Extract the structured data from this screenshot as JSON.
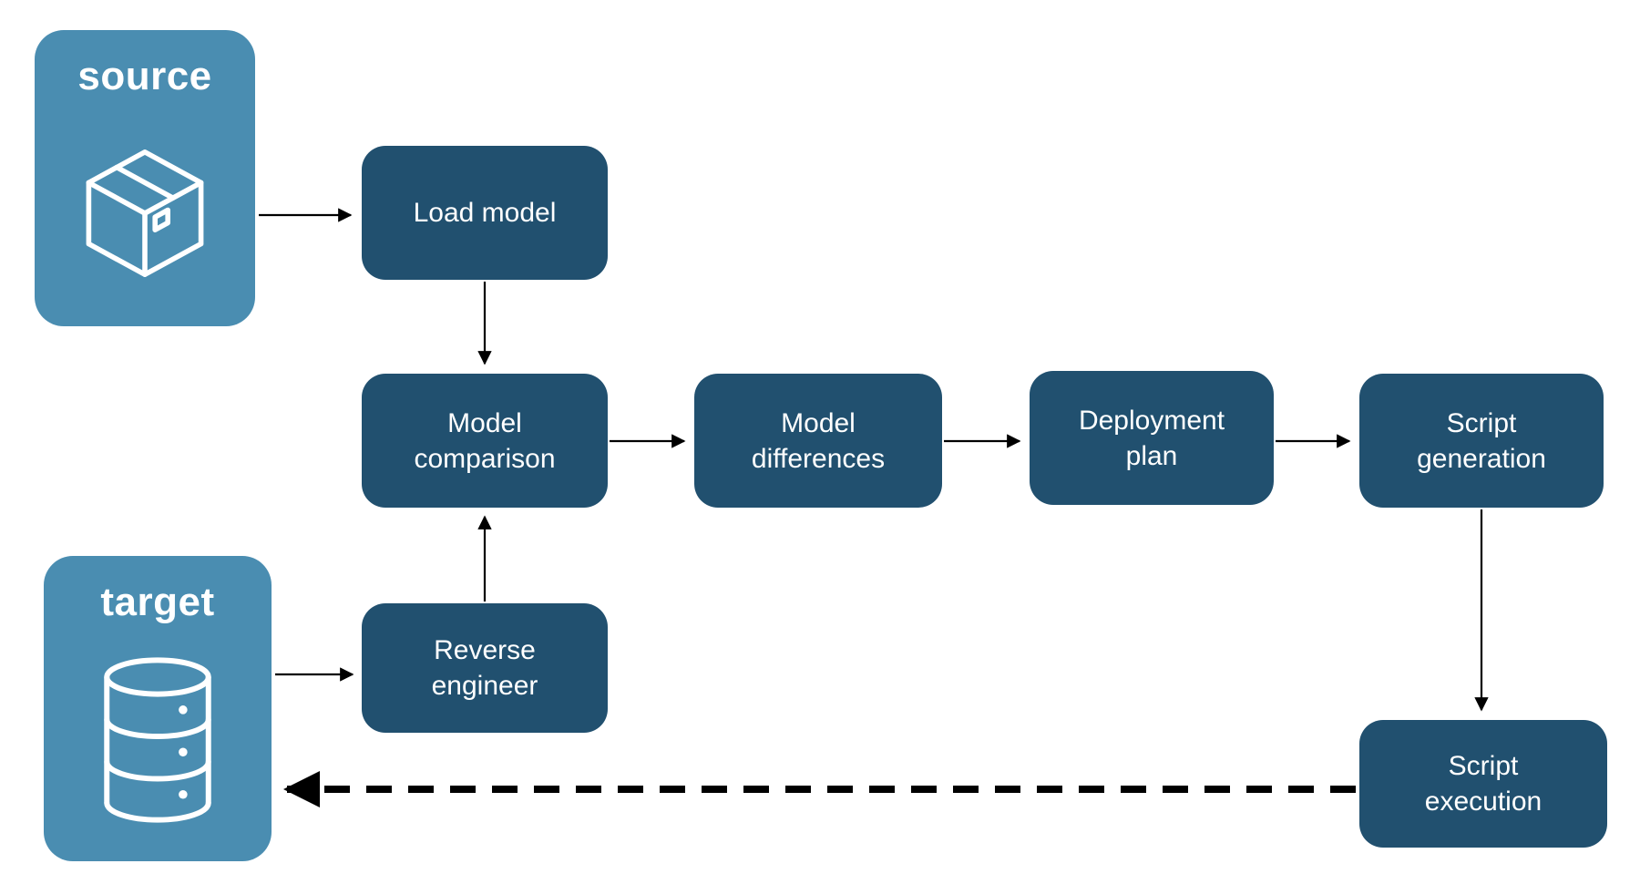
{
  "diagram": {
    "colors": {
      "node_dark": "#21506F",
      "node_light": "#4A8DB1",
      "label_text": "#FFFFFF",
      "arrow": "#000000",
      "background": "#FFFFFF"
    },
    "nodes": {
      "source": {
        "label": "source",
        "icon": "package-icon"
      },
      "target": {
        "label": "target",
        "icon": "database-icon"
      },
      "load_model": {
        "label": "Load model"
      },
      "model_comparison": {
        "label": "Model comparison"
      },
      "model_differences": {
        "label": "Model differences"
      },
      "deployment_plan": {
        "label": "Deployment plan"
      },
      "script_generation": {
        "label": "Script generation"
      },
      "reverse_engineer": {
        "label": "Reverse engineer"
      },
      "script_execution": {
        "label": "Script execution"
      }
    },
    "edges": [
      {
        "from": "source",
        "to": "load_model",
        "style": "solid"
      },
      {
        "from": "load_model",
        "to": "model_comparison",
        "style": "solid"
      },
      {
        "from": "model_comparison",
        "to": "model_differences",
        "style": "solid"
      },
      {
        "from": "model_differences",
        "to": "deployment_plan",
        "style": "solid"
      },
      {
        "from": "deployment_plan",
        "to": "script_generation",
        "style": "solid"
      },
      {
        "from": "script_generation",
        "to": "script_execution",
        "style": "solid"
      },
      {
        "from": "target",
        "to": "reverse_engineer",
        "style": "solid"
      },
      {
        "from": "reverse_engineer",
        "to": "model_comparison",
        "style": "solid"
      },
      {
        "from": "script_execution",
        "to": "target",
        "style": "dashed"
      }
    ]
  }
}
